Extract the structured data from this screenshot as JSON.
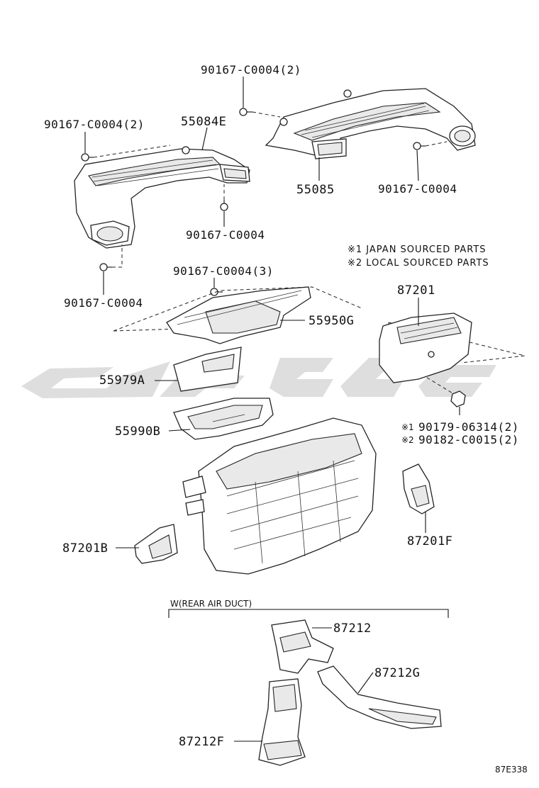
{
  "labels": {
    "bolt_top": "90167-C0004(2)",
    "bolt_left": "90167-C0004(2)",
    "duct_55084E": "55084E",
    "duct_55085": "55085",
    "bolt_right": "90167-C0004",
    "bolt_center": "90167-C0004",
    "bolt_lower_left": "90167-C0004",
    "bolt_3": "90167-C0004(3)",
    "part_55950G": "55950G",
    "part_55979A": "55979A",
    "part_55990B": "55990B",
    "part_87201": "87201",
    "fastener_1": "90179-06314(2)",
    "fastener_2": "90182-C0015(2)",
    "part_87201F": "87201F",
    "part_87201B": "87201B",
    "part_87212": "87212",
    "part_87212G": "87212G",
    "part_87212F": "87212F"
  },
  "notes": {
    "japan": "※1 JAPAN SOURCED PARTS",
    "local": "※2 LOCAL SOURCED PARTS",
    "mark1": "※1",
    "mark2": "※2"
  },
  "group": {
    "rear_duct": "W(REAR AIR DUCT)"
  },
  "figure_id": "87E338"
}
